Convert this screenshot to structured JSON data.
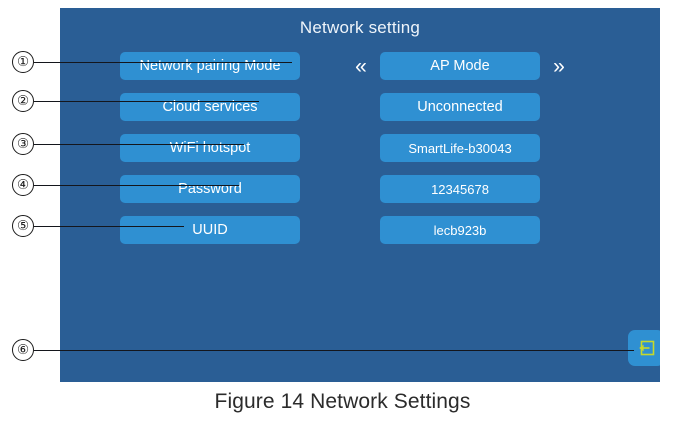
{
  "screen": {
    "title": "Network setting",
    "rows": [
      {
        "label": "Network pairing Mode",
        "value": "AP Mode",
        "has_stepper": true,
        "prev_icon": "«",
        "next_icon": "»"
      },
      {
        "label": "Cloud services",
        "value": "Unconnected",
        "has_stepper": false
      },
      {
        "label": "WiFi hotspot",
        "value": "SmartLife-b30043",
        "has_stepper": false
      },
      {
        "label": "Password",
        "value": "12345678",
        "has_stepper": false
      },
      {
        "label": "UUID",
        "value": "lecb923b",
        "has_stepper": false
      }
    ],
    "back_button": {
      "icon": "exit-return-icon"
    }
  },
  "callouts": [
    {
      "number": "①"
    },
    {
      "number": "②"
    },
    {
      "number": "③"
    },
    {
      "number": "④"
    },
    {
      "number": "⑤"
    },
    {
      "number": "⑥"
    }
  ],
  "caption": "Figure 14 Network Settings",
  "colors": {
    "panel_background": "#2a5e95",
    "pill": "#2f90d2",
    "pill_text": "#ffffff",
    "icon_accent": "#c6d92a",
    "caption_text": "#2b2b2b"
  }
}
